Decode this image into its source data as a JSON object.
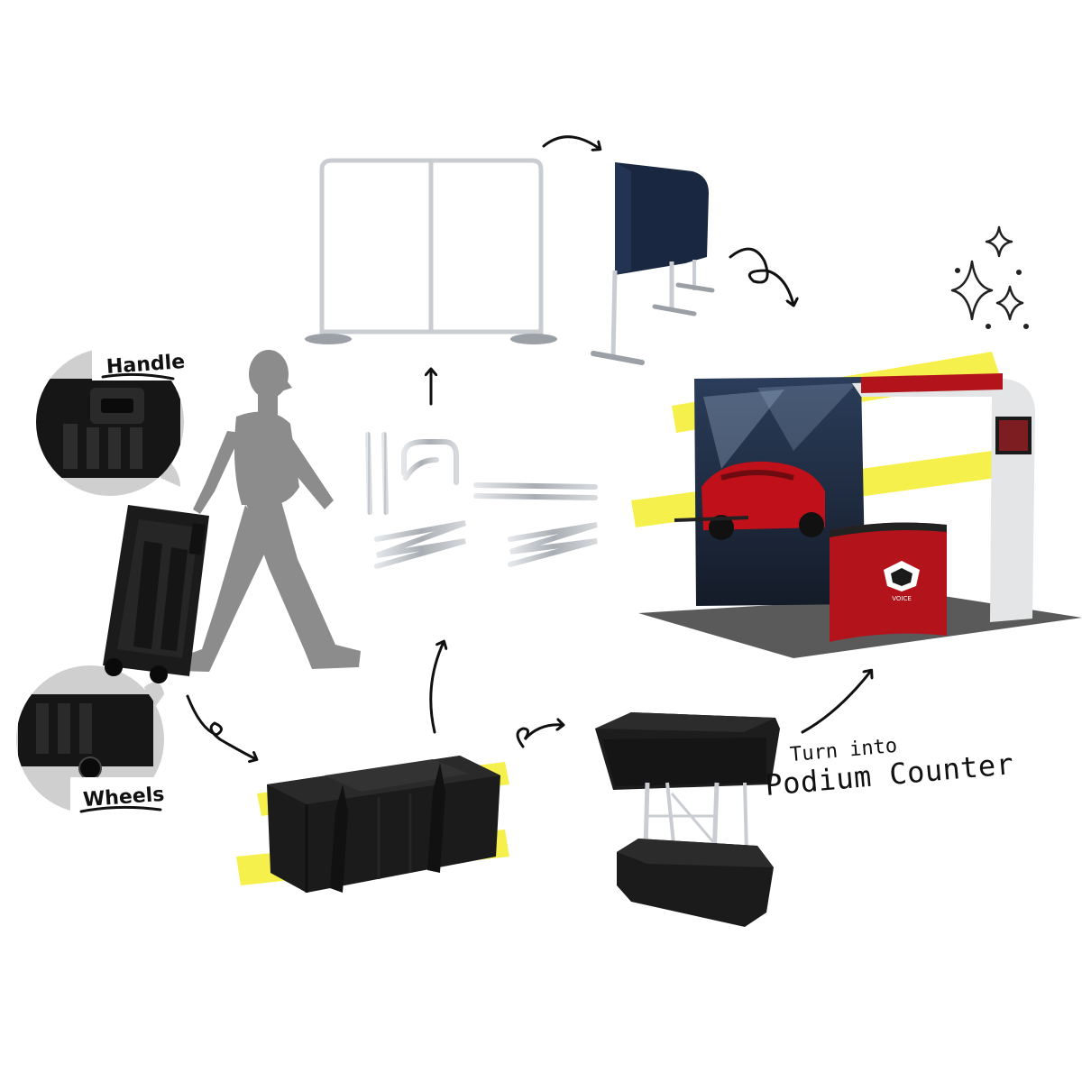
{
  "callouts": {
    "handle": "Handle",
    "wheels": "Wheels"
  },
  "podium_caption": {
    "line1": "Turn into",
    "line2": "Podium Counter"
  },
  "counter_logo_text": "VOICE",
  "colors": {
    "highlight": "#f5ee3a",
    "case": "#1b1b1b",
    "frame": "#c9cdd2",
    "silhouette": "#8c8c8c",
    "cover": "#1a2740",
    "booth_red": "#b3141b",
    "circle_bg": "#cfcfcf"
  },
  "icons": [
    "sparkle-icon",
    "arrow-icon"
  ]
}
